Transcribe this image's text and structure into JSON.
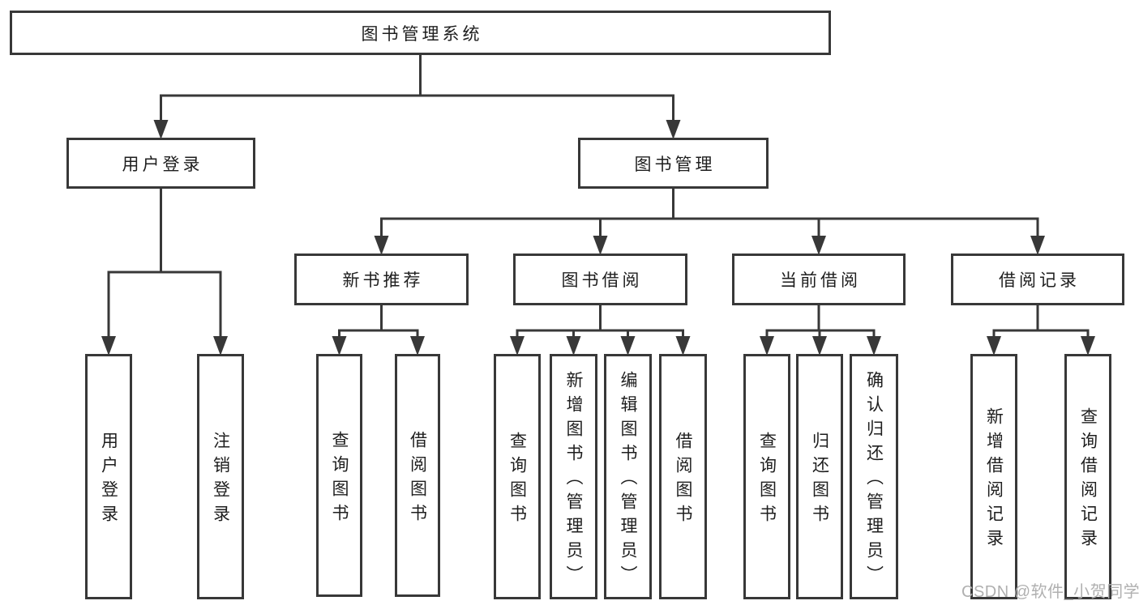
{
  "diagram_title": "图书管理系统",
  "watermark": "CSDN @软件_小贺同学",
  "colors": {
    "line": "#383838",
    "text": "#1e1e1e",
    "watermark": "#b0b0b0",
    "background": "#ffffff"
  },
  "tree": {
    "id": "root",
    "label": "图书管理系统",
    "children": [
      {
        "id": "user-login",
        "label": "用户登录",
        "children": [
          {
            "id": "user-login-op",
            "label": "用户登录"
          },
          {
            "id": "logout-op",
            "label": "注销登录"
          }
        ]
      },
      {
        "id": "book-management",
        "label": "图书管理",
        "children": [
          {
            "id": "new-book-recommend",
            "label": "新书推荐",
            "children": [
              {
                "id": "nb-query-books",
                "label": "查询图书"
              },
              {
                "id": "nb-borrow-books",
                "label": "借阅图书"
              }
            ]
          },
          {
            "id": "book-borrowing",
            "label": "图书借阅",
            "children": [
              {
                "id": "bb-query-books",
                "label": "查询图书"
              },
              {
                "id": "bb-add-books",
                "label": "新增图书（管理员）"
              },
              {
                "id": "bb-edit-books",
                "label": "编辑图书（管理员）"
              },
              {
                "id": "bb-borrow-books",
                "label": "借阅图书"
              }
            ]
          },
          {
            "id": "current-borrowing",
            "label": "当前借阅",
            "children": [
              {
                "id": "cb-query-books",
                "label": "查询图书"
              },
              {
                "id": "cb-return-books",
                "label": "归还图书"
              },
              {
                "id": "cb-confirm-return",
                "label": "确认归还（管理员）"
              }
            ]
          },
          {
            "id": "borrowing-records",
            "label": "借阅记录",
            "children": [
              {
                "id": "br-add-record",
                "label": "新增借阅记录"
              },
              {
                "id": "br-query-record",
                "label": "查询借阅记录"
              }
            ]
          }
        ]
      }
    ]
  }
}
